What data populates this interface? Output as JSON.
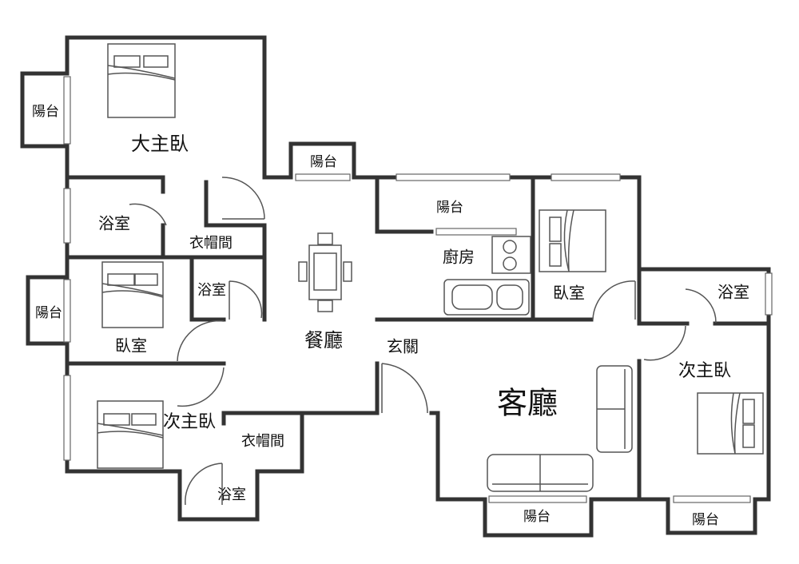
{
  "title": "Floor plan",
  "rooms": {
    "master_bedroom": "大主臥",
    "master_balcony": "陽台",
    "master_bath": "浴室",
    "master_closet": "衣帽間",
    "top_balcony": "陽台",
    "kitchen_balcony": "陽台",
    "kitchen": "廚房",
    "bedroom_right": "臥室",
    "dining": "餐廳",
    "entrance": "玄關",
    "bedroom_left": "臥室",
    "bedroom_left_balcony": "陽台",
    "small_bath": "浴室",
    "living_room": "客廳",
    "second_master": "次主臥",
    "second_master_right": "次主臥",
    "right_bath": "浴室",
    "lower_closet": "衣帽間",
    "lower_bath": "浴室",
    "living_balcony": "陽台",
    "right_balcony": "陽台"
  },
  "colors": {
    "wall": "#333333",
    "line": "#555555"
  }
}
